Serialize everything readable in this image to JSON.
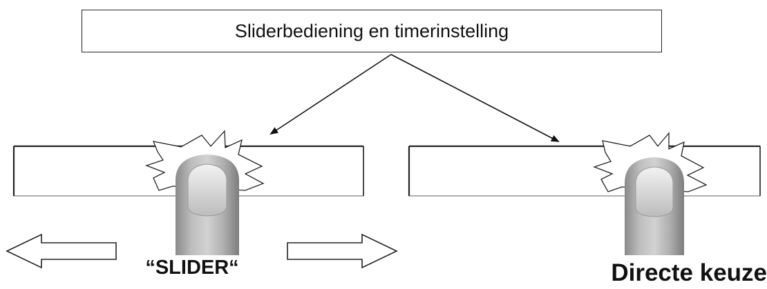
{
  "title": "Sliderbediening en timerinstelling",
  "label_slider": "“SLIDER“",
  "label_direct": "Directe keuze"
}
